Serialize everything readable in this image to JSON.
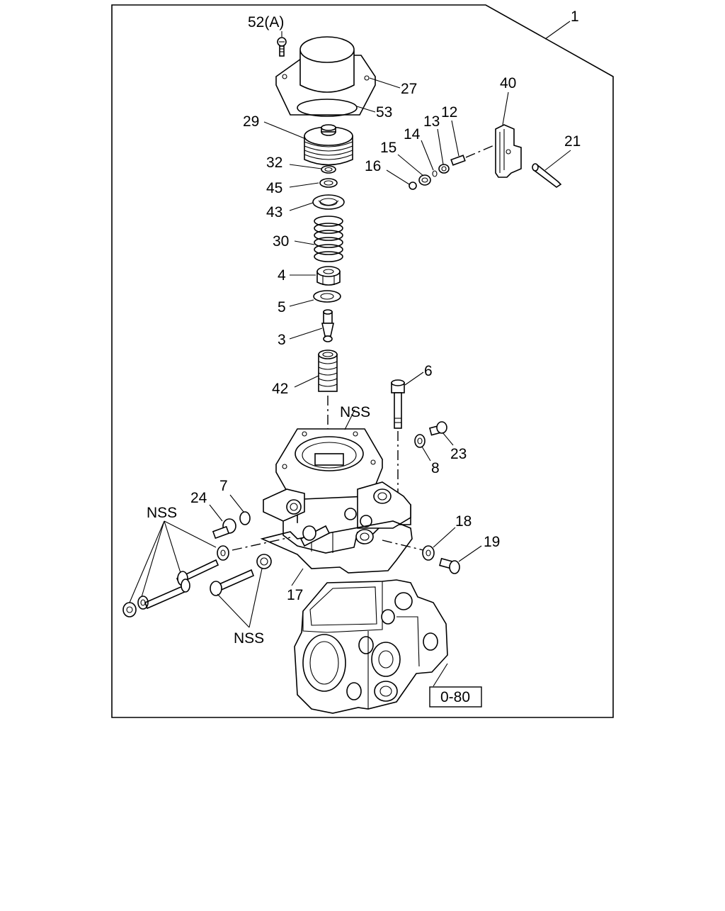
{
  "diagram": {
    "callouts": {
      "c1": "1",
      "c52a": "52(A)",
      "c27": "27",
      "c53": "53",
      "c29": "29",
      "c32": "32",
      "c45": "45",
      "c43": "43",
      "c30": "30",
      "c4": "4",
      "c5": "5",
      "c3": "3",
      "c42": "42",
      "c6": "6",
      "c23": "23",
      "c8": "8",
      "c40": "40",
      "c21": "21",
      "c12": "12",
      "c13": "13",
      "c14": "14",
      "c15": "15",
      "c16": "16",
      "c7": "7",
      "c24": "24",
      "c18": "18",
      "c19": "19",
      "c17": "17",
      "nss_top": "NSS",
      "nss_left": "NSS",
      "nss_bottom": "NSS"
    },
    "reference_box": "0-80"
  }
}
